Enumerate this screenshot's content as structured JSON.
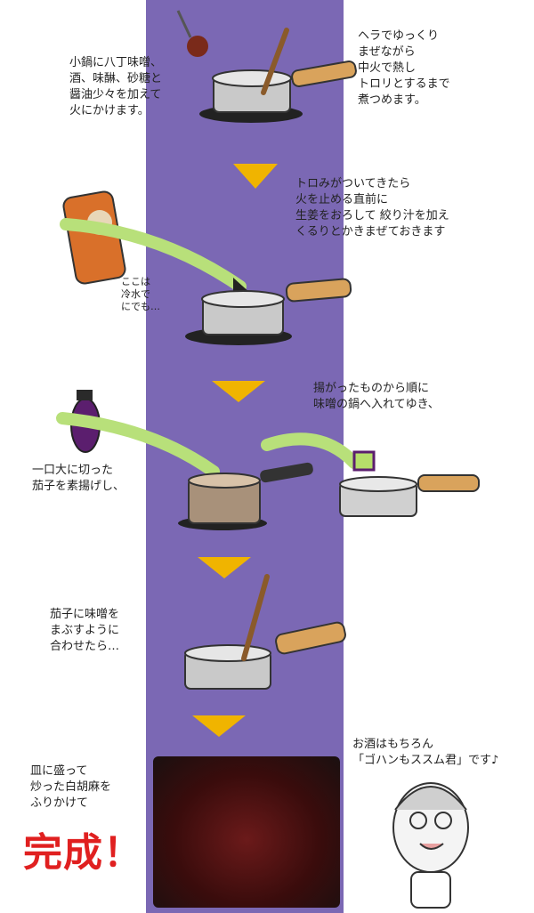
{
  "steps": {
    "step1_left": "小鍋に八丁味噌、\n酒、味醂、砂糖と\n醤油少々を加えて\n火にかけます。",
    "step1_right": "ヘラでゆっくり\nまぜながら\n中火で熱し\nトロリとするまで\n煮つめます。",
    "step2_right": "トロみがついてきたら\n火を止める直前に\n生姜をおろして 絞り汁を加え\nくるりとかきまぜておきます",
    "step2_aside": "ここは\n冷水で\nにでも…",
    "step3_top": "揚がったものから順に\n味噌の鍋へ入れてゆき、",
    "step3_left": "一口大に切った\n茄子を素揚げし、",
    "step4_left": "茄子に味噌を\nまぶすように\n合わせたら…",
    "step5_left": "皿に盛って\n炒った白胡麻を\nふりかけて",
    "done": "完成！",
    "caption": "お酒はもちろん\n「ゴハンもススム君」です♪"
  },
  "colors": {
    "stripe": "#7b68b4",
    "arrow": "#f0b400",
    "accent_red": "#e02020"
  }
}
